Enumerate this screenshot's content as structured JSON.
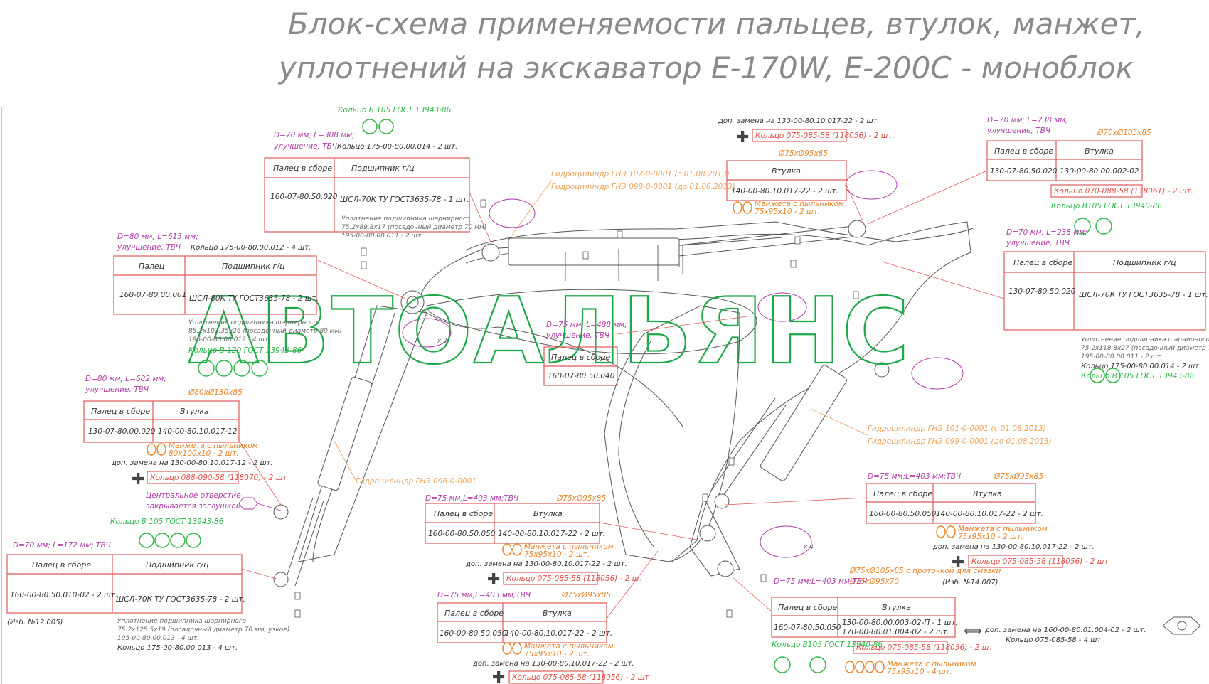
{
  "title": {
    "line1": "Блок-схема применяемости пальцев, втулок, манжет,",
    "line2": "уплотнений на экскаватор E-170W, E-200C - моноблок"
  },
  "watermark": "АВТОАЛЬЯНС",
  "colors": {
    "table": "#e05a5a",
    "purple": "#b03ca8",
    "green": "#2fb84a",
    "orange": "#e8852a",
    "watermark": "#1fa84a"
  },
  "tables": {
    "t1": {
      "spec": "D=70 мм; L=308 мм;",
      "spec2": "улучшение, ТВЧ",
      "h1": "Палец в сборе",
      "h2": "Подшипник г/ц",
      "c1": "160-07-80.50.020",
      "c2": "ШСЛ-70К ТУ ГОСТ3635-78 - 1 шт."
    },
    "t2": {
      "spec": "D=80 мм; L=615 мм;",
      "spec2": "улучшение, ТВЧ",
      "h1": "Палец",
      "h2": "Подшипник г/ц",
      "c1": "160-07-80.00.001",
      "c2": "ШСЛ-80К ТУ ГОСТ3635-78 - 2 шт."
    },
    "t3": {
      "spec": "D=80 мм; L=682 мм;",
      "spec2": "улучшение, ТВЧ",
      "h1": "Палец в сборе",
      "h2": "Втулка",
      "c1": "130-07-80.00.020",
      "c2": "140-00-80.10.017-12"
    },
    "t4": {
      "spec": "D=70 мм; L=172 мм; ТВЧ",
      "h1": "Палец в сборе",
      "h2": "Подшипник г/ц",
      "c1": "160-00-80.50.010-02 - 2 шт.",
      "c2": "ШСЛ-70К ТУ ГОСТ3635-78 - 2 шт."
    },
    "t5": {
      "h1": "Втулка",
      "c1": "140-00-80.10.017-22 - 2 шт."
    },
    "t6": {
      "spec": "D=70 мм; L=238 мм;",
      "spec2": "улучшение, ТВЧ",
      "h1": "Палец в сборе",
      "h2": "Втулка",
      "c1": "130-07-80.50.020",
      "c2": "130-00-80.00.002-02"
    },
    "t7": {
      "spec": "D=70 мм; L=238 мм;",
      "spec2": "улучшение, ТВЧ",
      "h1": "Палец в сборе",
      "h2": "Подшипник г/ц",
      "c1": "130-07-80.50.020",
      "c2": "ШСЛ-70К ТУ ГОСТ3635-78 - 1 шт."
    },
    "t8": {
      "spec": "D=75 мм; L=488 мм;",
      "spec2": "улучшение, ТВЧ",
      "h1": "Палец в сборе",
      "c1": "160-07-80.50.040"
    },
    "t9": {
      "spec": "D=75 мм;L=403 мм;ТВЧ",
      "h1": "Палец в сборе",
      "h2": "Втулка",
      "c1": "160-00-80.50.050",
      "c2": "140-00-80.10.017-22 - 2 шт."
    },
    "t10": {
      "spec": "D=75 мм;L=403 мм;ТВЧ",
      "h1": "Палец в сборе",
      "h2": "Втулка",
      "c1": "160-00-80.50.050",
      "c2": "140-00-80.10.017-22 - 2 шт."
    },
    "t11": {
      "spec": "D=75 мм;L=403 мм;ТВЧ",
      "h1": "Палец в сборе",
      "h2": "Втулка",
      "c1": "160-00-80.50.050",
      "c2": "140-00-80.10.017-22 - 2 шт."
    },
    "t12": {
      "spec": "D=75 мм;L=403 мм;ТВЧ",
      "h1": "Палец в сборе",
      "h2": "Втулка",
      "c1": "160-07-80.50.050",
      "c2a": "130-00-80.00.003-02-П - 1 шт.",
      "c2b": "170-00-80.01.004-02 - 2 шт."
    }
  },
  "labels": {
    "ring105_top": "Кольцо В 105 ГОСТ 13943-86",
    "ring175_014": "Кольцо 175-00-80.00.014 - 2 шт.",
    "ring175_012": "Кольцо 175-00-80.00.012 - 4 шт.",
    "seal1a": "Уплотнение подшипника шарнирного",
    "seal1b": "75.2х89.8х17 (посадочный диаметр 70 мм)",
    "seal1c": "195-00-80.00.011 - 2 шт.",
    "seal2a": "Уплотнение подшипника шарнирного",
    "seal2b": "85.2х103.35х26 (посадочный диаметр 80 мм)",
    "seal2c": "195-00-80.00.012 - 4 шт.",
    "ring120": "Кольцо В 120 ГОСТ 13943-86",
    "dim80": "Ø80хØ130х85",
    "cuff80a": "Манжета с пыльником",
    "cuff80b": "80х100х10 - 2 шт.",
    "repl80": "доп. замена на 130-00-80.10.017-12 - 2 шт.",
    "ring088": "Кольцо 088-090-58 (118070) - 2 шт",
    "hole1": "Центральное отверстие",
    "hole2": "закрывается заглушкой",
    "ring105_mid": "Кольцо В 105 ГОСТ 13943-86",
    "rev12": "(Изб. №12.005)",
    "seal3a": "Уплотнение подшипника шарнирного",
    "seal3b": "75.2х125.5х19 (посадочный диаметр 70 мм, узкое)",
    "seal3c": "195-00-80.00.013 - 4 шт.",
    "seal3d": "Кольцо 175-00-80.00.013 - 4 шт.",
    "cyl_arm1": "Гидроцилиндр ГНЭ 102-0-0001 (с 01.08.2013)",
    "cyl_arm2": "Гидроцилиндр ГНЭ 098-0-0001 (до 01.08.2013)",
    "repl130": "доп. замена на 130-00-80.10.017-22 - 2 шт.",
    "ring075_top": "Кольцо 075-085-58 (118056) - 2 шт.",
    "dim75_1": "Ø75хØ95х85",
    "cuff75a": "Манжета с пыльником",
    "cuff75b": "75х95х10 - 2 шт.",
    "dim70": "Ø70хØ105х85",
    "ring070": "Кольцо 070-088-58 (118061) - 2 шт.",
    "ring105g": "Кольцо В105 ГОСТ 13940-86",
    "seal4a": "Уплотнение подшипника шарнирного",
    "seal4b": "75.2х118.8х27 (посадочный диаметр 70 мм)",
    "seal4c": "195-00-80.00.011 - 2 шт.",
    "seal4d": "Кольцо 175-00-80.00.014 - 2 шт.",
    "seal4e": "Кольцо В 105 ГОСТ 13943-86",
    "cyl_boom1": "Гидроцилиндр ГНЭ 101-0-0001 (с 01.08.2013)",
    "cyl_boom2": "Гидроцилиндр ГНЭ 099-0-0001 (до 01.08.2013)",
    "cyl_bucket": "Гидроцилиндр ГНЭ 096-0-0001",
    "dim75_2": "Ø75хØ95х85",
    "cuff75_2a": "Манжета с пыльником",
    "cuff75_2b": "75х95х10 - 2 шт.",
    "repl_2": "доп. замена на 130-00-80.10.017-22 - 2 шт.",
    "ring075_2": "Кольцо 075-085-58 (118056) - 2 шт",
    "dim75_3": "Ø75хØ95х85",
    "cuff75_3a": "Манжета с пыльником",
    "cuff75_3b": "75х95х10 - 2 шт.",
    "repl_3": "доп. замена на 130-00-80.10.017-22 - 2 шт.",
    "ring075_3": "Кольцо 075-085-58 (118056) - 2 шт",
    "dim75_4": "Ø75хØ95х85",
    "cuff75_4a": "Манжета с пыльником",
    "cuff75_4b": "75х95х10 - 2 шт.",
    "repl_4": "доп. замена на 130-00-80.10.017-22 - 2 шт.",
    "ring075_4": "Кольцо 075-085-58 (118056) - 2 шт",
    "dim75_5a": "Ø75хØ105х85 с проточкой для смазки",
    "dim75_5b": "Ø75хØ95х70",
    "rev14": "(Изб. №14.007)",
    "ring105b": "Кольцо В105 ГОСТ 13940-86",
    "ring075_5": "Кольцо 075-085-58 (118056) - 2 шт",
    "cuff75_5a": "Манжета с пыльником",
    "cuff75_5b": "75х95х10 - 4 шт.",
    "repl_final1": "доп. замена на 160-00-80.01.004-02 - 2 шт.",
    "repl_final2": "Кольцо 075-085-58 - 4 шт.",
    "x2": "x 2",
    "x4": "x 4"
  }
}
